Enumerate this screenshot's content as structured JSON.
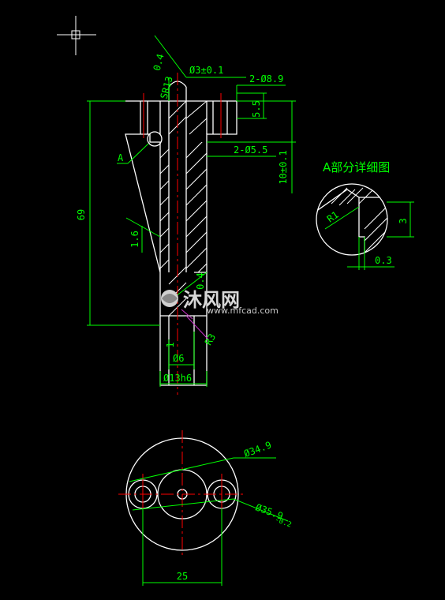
{
  "dimensions": {
    "sr13": "SR13",
    "angle_04": "0.4",
    "dia3": "Ø3±0.1",
    "holes_89": "2-Ø8.9",
    "h55": "5.5",
    "holes_55": "2-Ø5.5",
    "h10": "10±0.1",
    "h69": "69",
    "h16": "1.6",
    "label_a": "A",
    "angle_04b": "0.4",
    "r3": "R3",
    "h1": "1",
    "d6": "Ø6",
    "d13": "Ø13h6",
    "d349": "Ø34.9",
    "d359": "Ø35.9",
    "d359_tol": "-0.2",
    "w25": "25"
  },
  "detail": {
    "title": "A部分详细图",
    "r1": "R1",
    "h3": "3",
    "w03": "0.3"
  },
  "watermark": {
    "brand": "沐风网",
    "url": "www.mfcad.com"
  },
  "colors": {
    "background": "#000000",
    "dimension": "#00ff00",
    "outline": "#ffffff",
    "centerline": "#ff0000",
    "leader": "#cc33cc"
  }
}
